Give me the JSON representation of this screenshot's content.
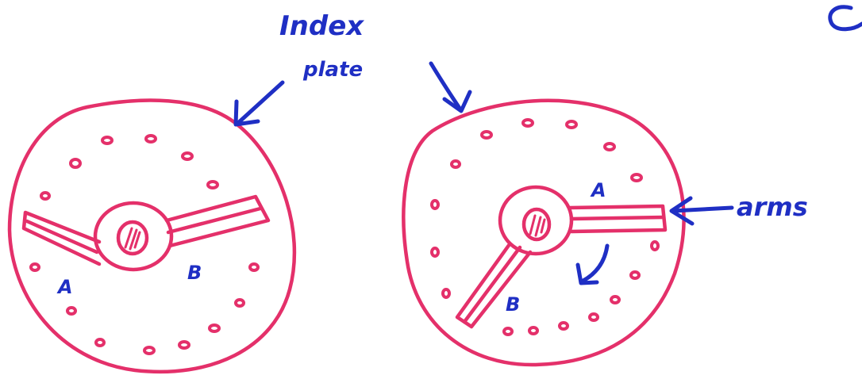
{
  "labels": {
    "index": "Index",
    "plate": "plate",
    "arms": "arms",
    "left_a": "A",
    "left_b": "B",
    "right_a": "A",
    "right_b": "B"
  },
  "colors": {
    "ink_red": "#e4306a",
    "ink_blue": "#1f2fc4",
    "background": "#ffffff"
  }
}
